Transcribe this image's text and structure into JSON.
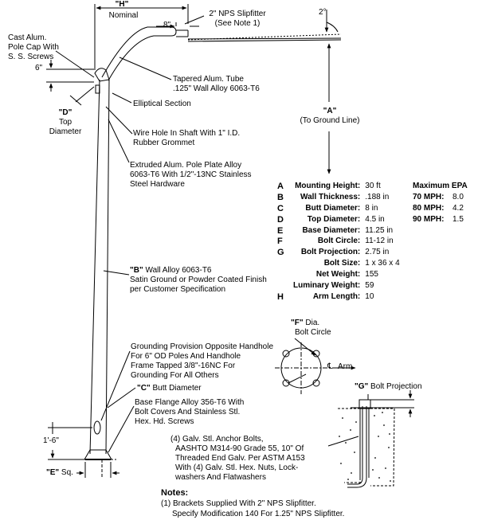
{
  "labels": {
    "dim_h": "\"H\"",
    "nominal": "Nominal",
    "dim_8in": "8\"",
    "slipfitter_1": "2\" NPS Slipfitter",
    "slipfitter_2": "(See Note 1)",
    "angle_2deg": "2°",
    "pole_cap_1": "Cast Alum.",
    "pole_cap_2": "Pole Cap With",
    "pole_cap_3": "S. S. Screws",
    "dim_6in": "6\"",
    "tapered_1": "Tapered Alum. Tube",
    "tapered_2": ".125\" Wall Alloy 6063-T6",
    "elliptical": "Elliptical Section",
    "dim_d": "\"D\"",
    "top": "Top",
    "diameter": "Diameter",
    "wire_hole_1": "Wire Hole In Shaft With 1\" I.D.",
    "wire_hole_2": "Rubber Grommet",
    "dim_a": "\"A\"",
    "to_ground": "(To Ground Line)",
    "pole_plate_1": "Extruded Alum. Pole Plate Alloy",
    "pole_plate_2": "6063-T6 With 1/2\"-13NC Stainless",
    "pole_plate_3": "Steel Hardware",
    "wall_b_prefix": "\"B\"",
    "wall_b_1": " Wall Alloy 6063-T6",
    "wall_b_2": "Satin Ground or Powder Coated Finish",
    "wall_b_3": "per Customer Specification",
    "dim_f_prefix": "\"F\"",
    "dim_f_1": " Dia.",
    "dim_f_2": "Bolt Circle",
    "arm": "Arm",
    "grounding_1": "Grounding Provision Opposite Handhole",
    "grounding_2": "For 6\" OD Poles And Handhole",
    "grounding_3": "Frame Tapped 3/8\"-16NC For",
    "grounding_4": "Grounding For All Others",
    "butt_c_prefix": "\"C\"",
    "butt_c": " Butt Diameter",
    "base_1": "Base Flange Alloy 356-T6 With",
    "base_2": "Bolt Covers And Stainless Stl.",
    "base_3": "Hex. Hd. Screws",
    "bolt_proj_prefix": "\"G\"",
    "bolt_proj": " Bolt Projection",
    "dim_1_6": "1'-6\"",
    "anchor_1": "(4) Galv. Stl. Anchor Bolts,",
    "anchor_2": "AASHTO M314-90 Grade 55, 10\" Of",
    "anchor_3": "Threaded End Galv. Per ASTM A153",
    "anchor_4": "With (4) Galv. Stl. Hex. Nuts, Lock-",
    "anchor_5": "washers And Flatwashers",
    "dim_e": "\"E\"",
    "sq": " Sq."
  },
  "specs": [
    {
      "letter": "A",
      "label": "Mounting Height:",
      "value": "30 ft"
    },
    {
      "letter": "B",
      "label": "Wall Thickness:",
      "value": ".188 in"
    },
    {
      "letter": "C",
      "label": "Butt Diameter:",
      "value": "8 in"
    },
    {
      "letter": "D",
      "label": "Top Diameter:",
      "value": "4.5 in"
    },
    {
      "letter": "E",
      "label": "Base Diameter:",
      "value": "11.25 in"
    },
    {
      "letter": "F",
      "label": "Bolt Circle:",
      "value": "11-12 in"
    },
    {
      "letter": "G",
      "label": "Bolt Projection:",
      "value": "2.75 in"
    },
    {
      "letter": "",
      "label": "Bolt Size:",
      "value": "1 x 36 x 4"
    },
    {
      "letter": "",
      "label": "Net Weight:",
      "value": "155"
    },
    {
      "letter": "",
      "label": "Luminary Weight:",
      "value": "59"
    },
    {
      "letter": "H",
      "label": "Arm Length:",
      "value": "10"
    }
  ],
  "epa": {
    "title": "Maximum EPA",
    "rows": [
      {
        "label": "70 MPH:",
        "value": "8.0"
      },
      {
        "label": "80 MPH:",
        "value": "4.2"
      },
      {
        "label": "90 MPH:",
        "value": "1.5"
      }
    ]
  },
  "notes": {
    "title": "Notes:",
    "line1": "(1) Brackets Supplied With 2\" NPS Slipfitter.",
    "line2": "Specify Modification 140 For 1.25\" NPS Slipfitter."
  }
}
